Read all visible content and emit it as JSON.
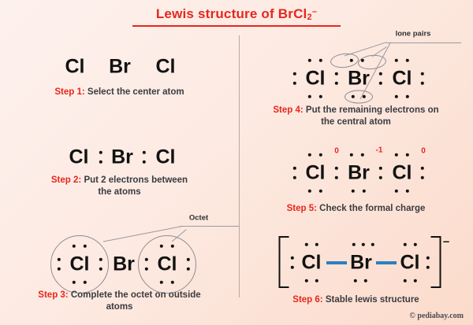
{
  "title": {
    "prefix": "Lewis structure of BrCl",
    "subscript": "2",
    "superscript": "–",
    "color": "#e8261c"
  },
  "footer": {
    "credit": "© pediabay.com"
  },
  "colors": {
    "accent_red": "#e8261c",
    "text_dark": "#3b3b40",
    "atom_black": "#121212",
    "bond_blue": "#2c7fc4",
    "guide_gray": "#8d8d93",
    "bg_start": "#fdf1ee",
    "bg_end": "#fbdbcb"
  },
  "steps": [
    {
      "id": "step1",
      "number": "Step 1:",
      "text": "Select the center atom",
      "atoms": [
        "Cl",
        "Br",
        "Cl"
      ]
    },
    {
      "id": "step2",
      "number": "Step 2:",
      "text": "Put 2 electrons between",
      "text_line2": "the atoms",
      "atoms": [
        "Cl",
        "Br",
        "Cl"
      ]
    },
    {
      "id": "step3",
      "number": "Step 3:",
      "text": "Complete the octet on outside",
      "text_line2": "atoms",
      "atoms": [
        "Cl",
        "Br",
        "Cl"
      ],
      "annotation": "Octet"
    },
    {
      "id": "step4",
      "number": "Step 4:",
      "text": "Put the remaining electrons on",
      "text_line2": "the central atom",
      "atoms": [
        "Cl",
        "Br",
        "Cl"
      ],
      "annotation": "lone pairs"
    },
    {
      "id": "step5",
      "number": "Step 5:",
      "text": "Check the formal charge",
      "atoms": [
        "Cl",
        "Br",
        "Cl"
      ],
      "charges": [
        "0",
        "-1",
        "0"
      ]
    },
    {
      "id": "step6",
      "number": "Step 6:",
      "text": "Stable lewis structure",
      "atoms": [
        "Cl",
        "Br",
        "Cl"
      ],
      "ion_charge": "–"
    }
  ]
}
